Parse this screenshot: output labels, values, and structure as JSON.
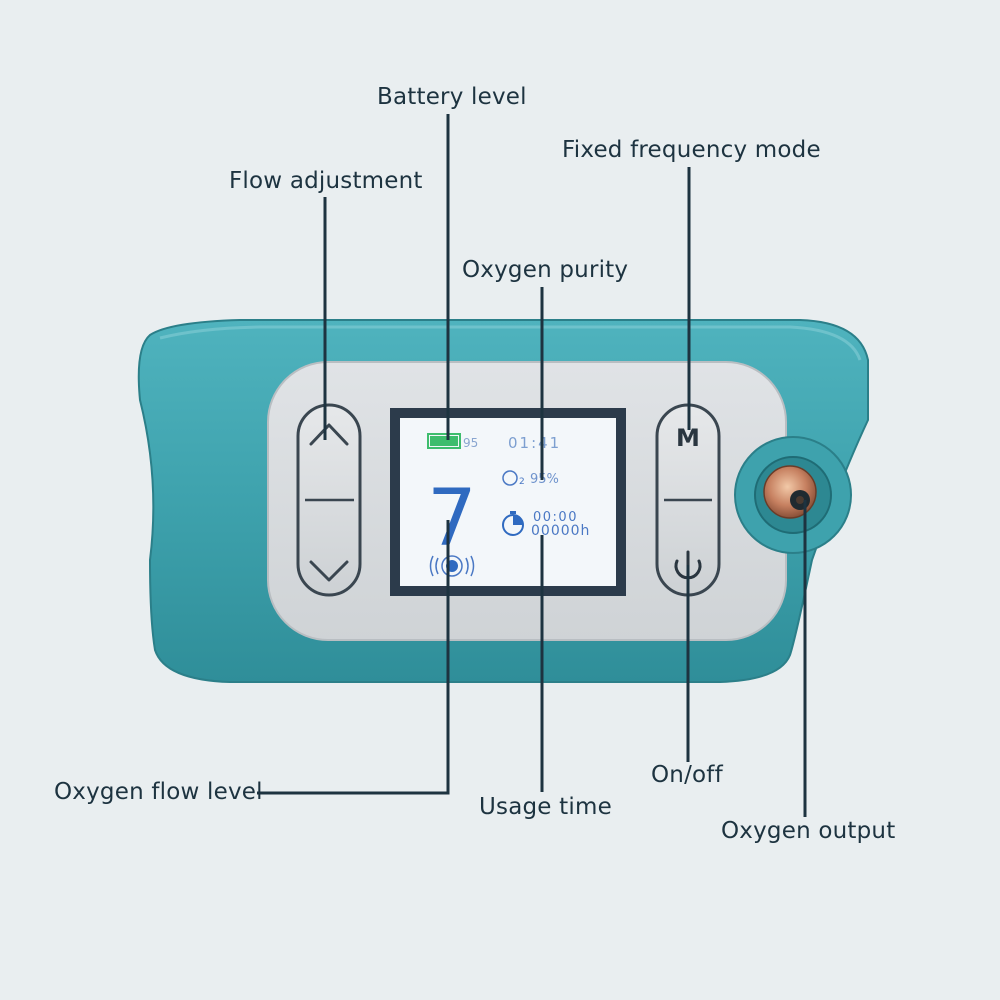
{
  "labels": {
    "battery_level": "Battery level",
    "fixed_frequency_mode": "Fixed frequency mode",
    "flow_adjustment": "Flow adjustment",
    "oxygen_purity": "Oxygen purity",
    "oxygen_flow_level": "Oxygen flow level",
    "usage_time": "Usage time",
    "on_off": "On/off",
    "oxygen_output": "Oxygen output"
  },
  "display": {
    "battery_percent": "95",
    "clock": "01:41",
    "flow_level": "7",
    "purity": "95%",
    "purity_symbol": "O₂",
    "timer": "00:00",
    "total_hours": "00000h"
  },
  "buttons": {
    "mode_label": "M"
  },
  "colors": {
    "housing": "#3ea2ad",
    "panel": "#d5d9dc",
    "screen_frame": "#2c3b4b",
    "screen": "#f3f7fa",
    "display_text": "#2f6ac0",
    "battery": "#3ebd6d",
    "callout_line": "#1d3340",
    "background": "#e9eef0"
  },
  "icons": [
    "chevron-up-icon",
    "chevron-down-icon",
    "power-icon",
    "timer-icon",
    "vibration-icon",
    "battery-icon",
    "oxygen-outlet-icon"
  ]
}
